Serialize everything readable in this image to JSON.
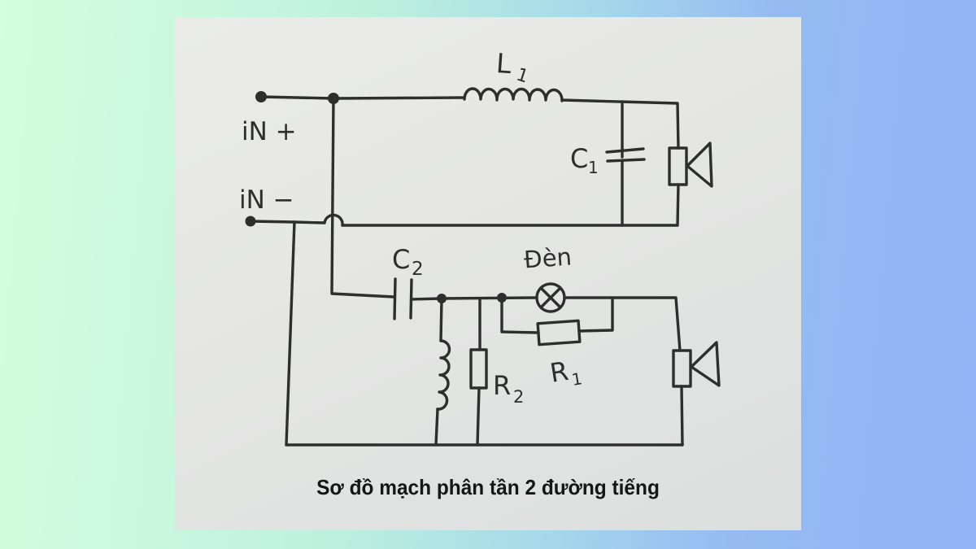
{
  "caption": "Sơ đồ mạch phân tần 2 đường tiếng",
  "labels": {
    "input_plus": "iN +",
    "input_minus": "iN −",
    "l1": {
      "base": "L",
      "sub": "1"
    },
    "c1": {
      "base": "C",
      "sub": "1"
    },
    "c2": {
      "base": "C",
      "sub": "2"
    },
    "r1": {
      "base": "R",
      "sub": "1"
    },
    "r2": {
      "base": "R",
      "sub": "2"
    },
    "lamp": "Đèn"
  },
  "colors": {
    "ink": "#2e2e2e",
    "paper": "#e5e6e4",
    "background_left": "#d3fedf",
    "background_right": "#91b4f4"
  },
  "symbols": [
    "input-terminal-positive",
    "input-terminal-negative",
    "inductor-L1",
    "capacitor-C1",
    "speaker-high",
    "capacitor-C2",
    "lamp-den",
    "resistor-R1",
    "inductor-L2",
    "resistor-R2",
    "speaker-low"
  ]
}
